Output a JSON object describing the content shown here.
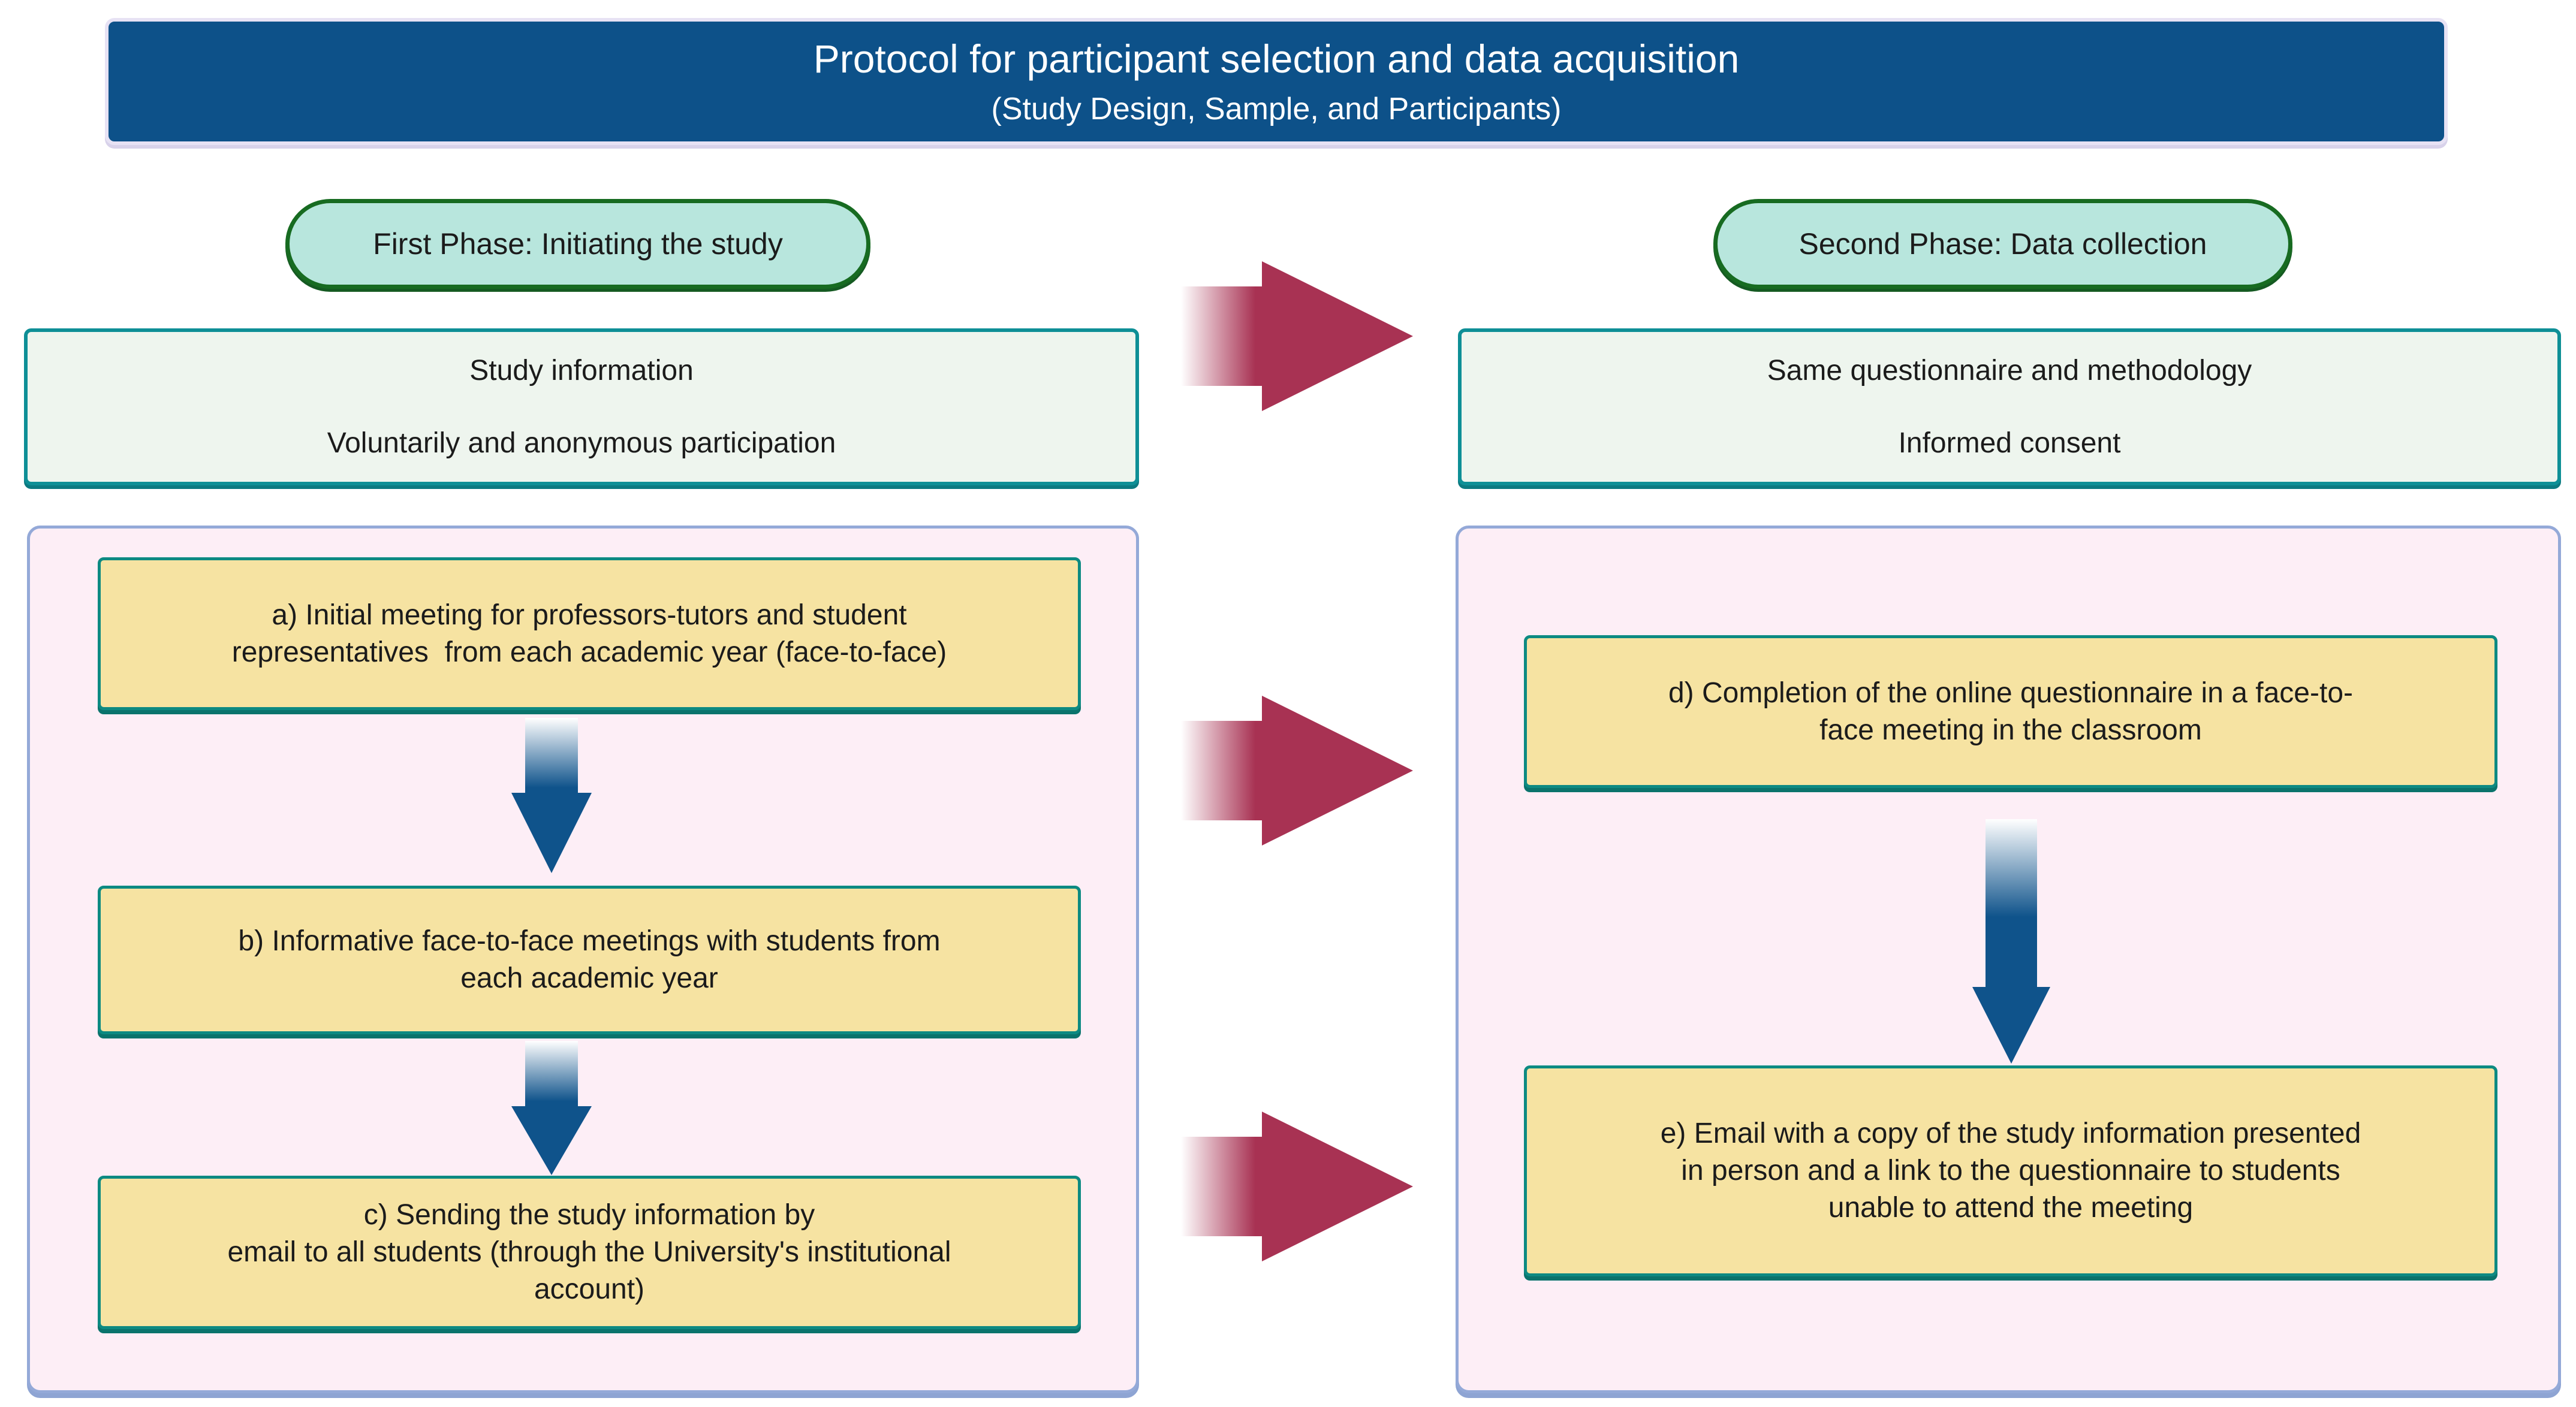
{
  "title": {
    "line1": "Protocol for participant selection and data acquisition",
    "line2": "(Study Design, Sample, and Participants)"
  },
  "palette": {
    "banner_blue": "#0d5189",
    "pill_fill": "#b8e6dd",
    "pill_border": "#176b21",
    "info_fill": "#eef5ee",
    "info_border": "#0e8f96",
    "step_fill": "#f6e3a2",
    "step_border": "#0d8a82",
    "panel_fill": "#fdeef6",
    "panel_border": "#94a9d8",
    "arrow_red": "#a83253",
    "arrow_blue": "#0f538b"
  },
  "phases": [
    {
      "pill": "First Phase: Initiating the study",
      "info_lines": [
        "Study information",
        "Voluntarily and anonymous participation"
      ],
      "steps": [
        {
          "id": "a",
          "lines": [
            "a) Initial meeting for professors-tutors and student",
            "representatives  from each academic year (face-to-face)"
          ]
        },
        {
          "id": "b",
          "lines": [
            "b) Informative face-to-face meetings with students from",
            "each academic year"
          ]
        },
        {
          "id": "c",
          "lines": [
            "c) Sending the study information by",
            "email to all students (through the University's institutional",
            "account)"
          ]
        }
      ]
    },
    {
      "pill": "Second Phase: Data collection",
      "info_lines": [
        "Same questionnaire and methodology",
        "Informed consent"
      ],
      "steps": [
        {
          "id": "d",
          "lines": [
            "d) Completion of the online questionnaire in a face-to-",
            "face meeting in the classroom"
          ]
        },
        {
          "id": "e",
          "lines": [
            "e) Email with a copy of the study information presented",
            "in person and a link to the questionnaire to students",
            "unable to attend the meeting"
          ]
        }
      ]
    }
  ]
}
